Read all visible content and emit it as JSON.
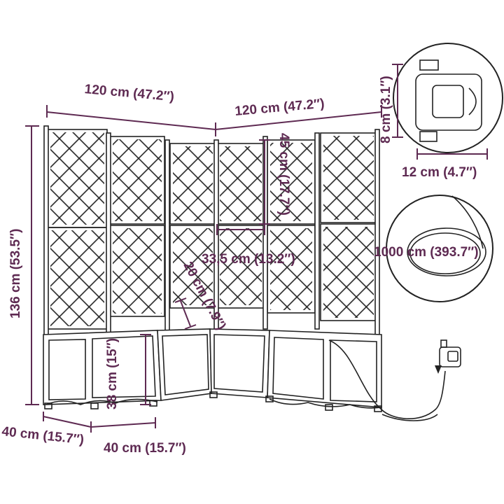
{
  "colors": {
    "dimension": "#5e2a52",
    "line_art": "#222222",
    "background": "#ffffff"
  },
  "dimensions": {
    "width_left": "120 cm (47.2″)",
    "width_right": "120 cm (47.2″)",
    "total_height": "136 cm (53.5″)",
    "trellis_height": "45 cm (17.7″)",
    "panel_width": "33,5 cm (13.2″)",
    "corner_depth": "20 cm (7.9″)",
    "planter_height": "38 cm (15″)",
    "box_depth": "40 cm (15.7″)",
    "box_width": "40 cm (15.7″)",
    "timer_height": "8 cm (3.1″)",
    "timer_width": "12 cm (4.7″)",
    "hose_length": "1000 cm (393.7″)"
  }
}
